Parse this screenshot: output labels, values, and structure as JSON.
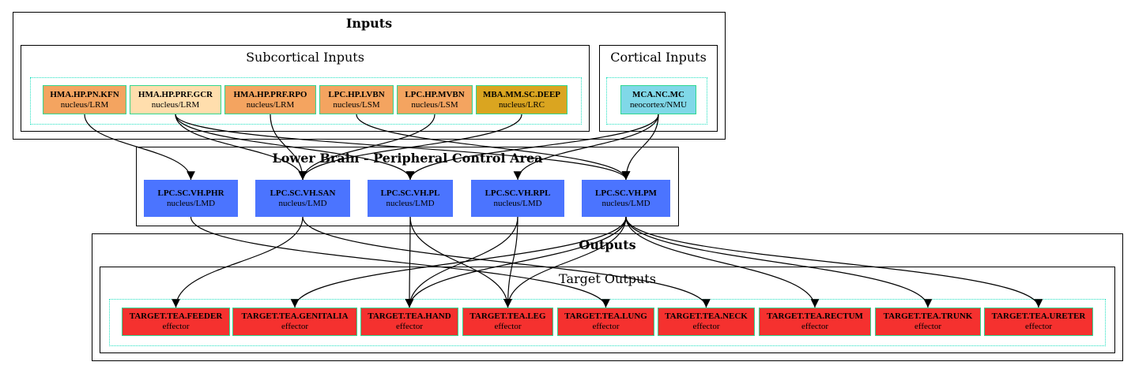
{
  "clusters": {
    "inputs": "Inputs",
    "subcortical": "Subcortical Inputs",
    "cortical": "Cortical Inputs",
    "lower_brain": "Lower Brain - Peripheral Control Area",
    "outputs": "Outputs",
    "target": "Target Outputs"
  },
  "colors": {
    "orange": "#f4a460",
    "peach": "#ffdead",
    "gold": "#daa520",
    "cyan": "#80d8e8",
    "blue": "#4b74ff",
    "red": "#f5312f"
  },
  "nodes": {
    "kfn": {
      "name": "HMA.HP.PN.KFN",
      "type": "nucleus/LRM"
    },
    "gcr": {
      "name": "HMA.HP.PRF.GCR",
      "type": "nucleus/LRM"
    },
    "rpo": {
      "name": "HMA.HP.PRF.RPO",
      "type": "nucleus/LRM"
    },
    "lvbn": {
      "name": "LPC.HP.LVBN",
      "type": "nucleus/LSM"
    },
    "mvbn": {
      "name": "LPC.HP.MVBN",
      "type": "nucleus/LSM"
    },
    "deep": {
      "name": "MBA.MM.SC.DEEP",
      "type": "nucleus/LRC"
    },
    "mc": {
      "name": "MCA.NC.MC",
      "type": "neocortex/NMU"
    },
    "phr": {
      "name": "LPC.SC.VH.PHR",
      "type": "nucleus/LMD"
    },
    "san": {
      "name": "LPC.SC.VH.SAN",
      "type": "nucleus/LMD"
    },
    "pl": {
      "name": "LPC.SC.VH.PL",
      "type": "nucleus/LMD"
    },
    "rpl": {
      "name": "LPC.SC.VH.RPL",
      "type": "nucleus/LMD"
    },
    "pm": {
      "name": "LPC.SC.VH.PM",
      "type": "nucleus/LMD"
    },
    "feeder": {
      "name": "TARGET.TEA.FEEDER",
      "type": "effector"
    },
    "genitalia": {
      "name": "TARGET.TEA.GENITALIA",
      "type": "effector"
    },
    "hand": {
      "name": "TARGET.TEA.HAND",
      "type": "effector"
    },
    "leg": {
      "name": "TARGET.TEA.LEG",
      "type": "effector"
    },
    "lung": {
      "name": "TARGET.TEA.LUNG",
      "type": "effector"
    },
    "neck": {
      "name": "TARGET.TEA.NECK",
      "type": "effector"
    },
    "rectum": {
      "name": "TARGET.TEA.RECTUM",
      "type": "effector"
    },
    "trunk": {
      "name": "TARGET.TEA.TRUNK",
      "type": "effector"
    },
    "ureter": {
      "name": "TARGET.TEA.URETER",
      "type": "effector"
    }
  },
  "edges": [
    [
      "kfn",
      "phr"
    ],
    [
      "gcr",
      "san"
    ],
    [
      "gcr",
      "pl"
    ],
    [
      "gcr",
      "pm"
    ],
    [
      "rpo",
      "san"
    ],
    [
      "lvbn",
      "pm"
    ],
    [
      "mvbn",
      "san"
    ],
    [
      "deep",
      "san"
    ],
    [
      "mc",
      "pl"
    ],
    [
      "mc",
      "rpl"
    ],
    [
      "mc",
      "pm"
    ],
    [
      "phr",
      "lung"
    ],
    [
      "san",
      "feeder"
    ],
    [
      "san",
      "neck"
    ],
    [
      "pl",
      "hand"
    ],
    [
      "pl",
      "leg"
    ],
    [
      "rpl",
      "hand"
    ],
    [
      "rpl",
      "leg"
    ],
    [
      "pm",
      "genitalia"
    ],
    [
      "pm",
      "hand"
    ],
    [
      "pm",
      "leg"
    ],
    [
      "pm",
      "rectum"
    ],
    [
      "pm",
      "trunk"
    ],
    [
      "pm",
      "ureter"
    ]
  ]
}
